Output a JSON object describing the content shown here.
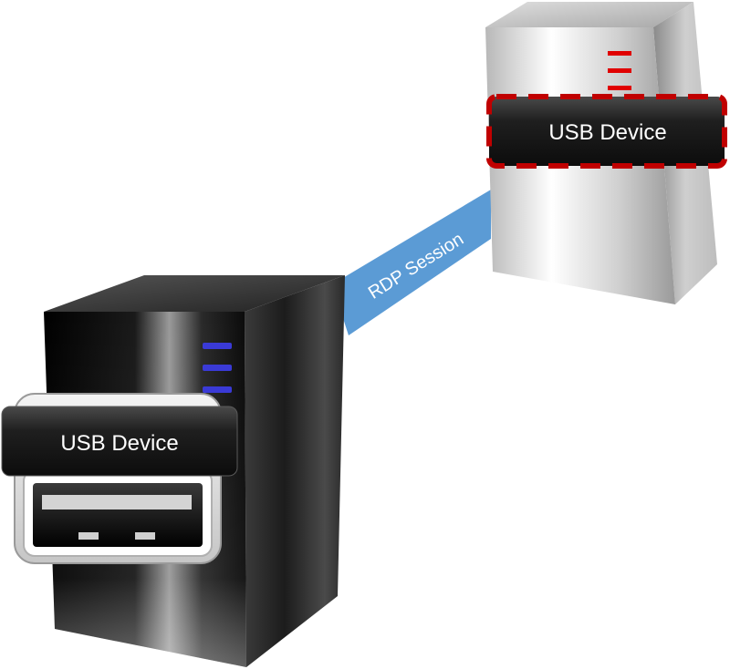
{
  "diagram": {
    "connection_label": "RDP Session",
    "local_device_label": "USB Device",
    "remote_device_label": "USB Device",
    "colors": {
      "rdp_link": "#5b9bd5",
      "local_indicator": "#3a3ad6",
      "remote_indicator": "#e00000",
      "remote_dashed_border": "#c00000",
      "label_background": "#1e1e1e",
      "label_text": "#ffffff"
    }
  }
}
